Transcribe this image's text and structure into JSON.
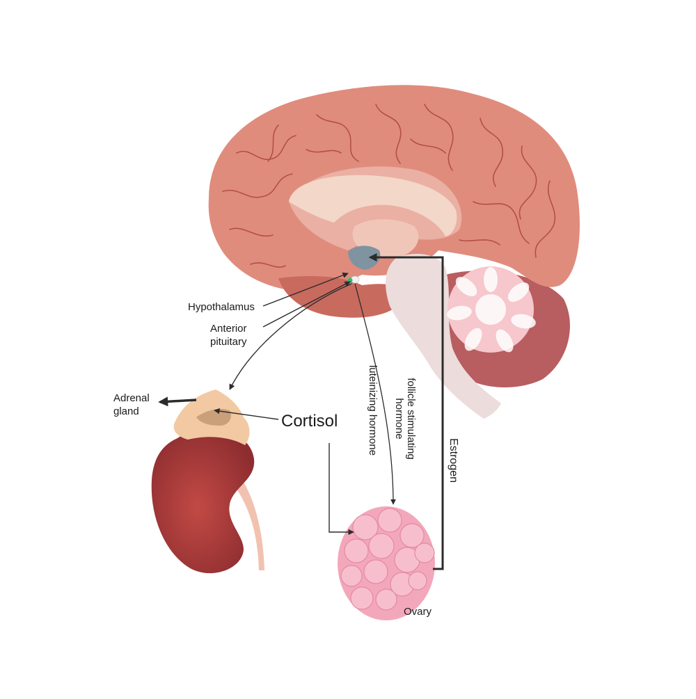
{
  "labels": {
    "hypothalamus": "Hypothalamus",
    "anterior_pituitary_1": "Anterior",
    "anterior_pituitary_2": "pituitary",
    "adrenal_gland_1": "Adrenal",
    "adrenal_gland_2": "gland",
    "cortisol": "Cortisol",
    "fsh_1": "follicle stimulating",
    "fsh_2": "hormone",
    "lh": "luteinizing hormone",
    "estrogen": "Estrogen",
    "ovary": "Ovary"
  },
  "colors": {
    "brain": "#e08c7c",
    "brain_dark": "#c96a5f",
    "corpus_callosum": "#f0d2c4",
    "cerebellum": "#b85d60",
    "brainstem": "#ecdcdc",
    "kidney": "#a8393a",
    "adrenal": "#f2c9a2",
    "ovary": "#f3a7bb",
    "arrow": "#2b2b2b"
  }
}
